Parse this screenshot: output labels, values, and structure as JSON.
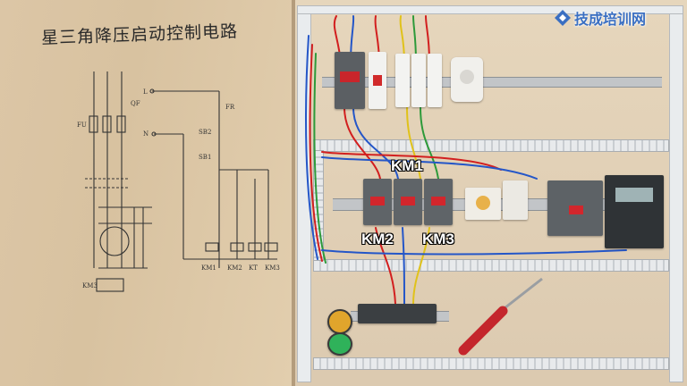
{
  "board": {
    "title": "星三角降压启动控制电路"
  },
  "logo": {
    "text": "技成培训网",
    "icon": "diamond-logo-icon",
    "color": "#3a6fc2"
  },
  "panel_labels": {
    "km1": "KM1",
    "km2": "KM2",
    "km3": "KM3"
  },
  "sketch_labels": {
    "l": "L",
    "n": "N",
    "fu": "FU",
    "qf": "QF",
    "fr": "FR",
    "sb2": "SB2",
    "sb1": "SB1",
    "km1_coil": "KM1",
    "km2_coil": "KM2",
    "kt_coil": "KT",
    "km3_coil": "KM3",
    "km3_left": "KM3"
  },
  "colors": {
    "wire_red": "#d21f1f",
    "wire_blue": "#2456c8",
    "wire_yellow": "#e0c21a",
    "wire_green": "#2e9a3a"
  }
}
